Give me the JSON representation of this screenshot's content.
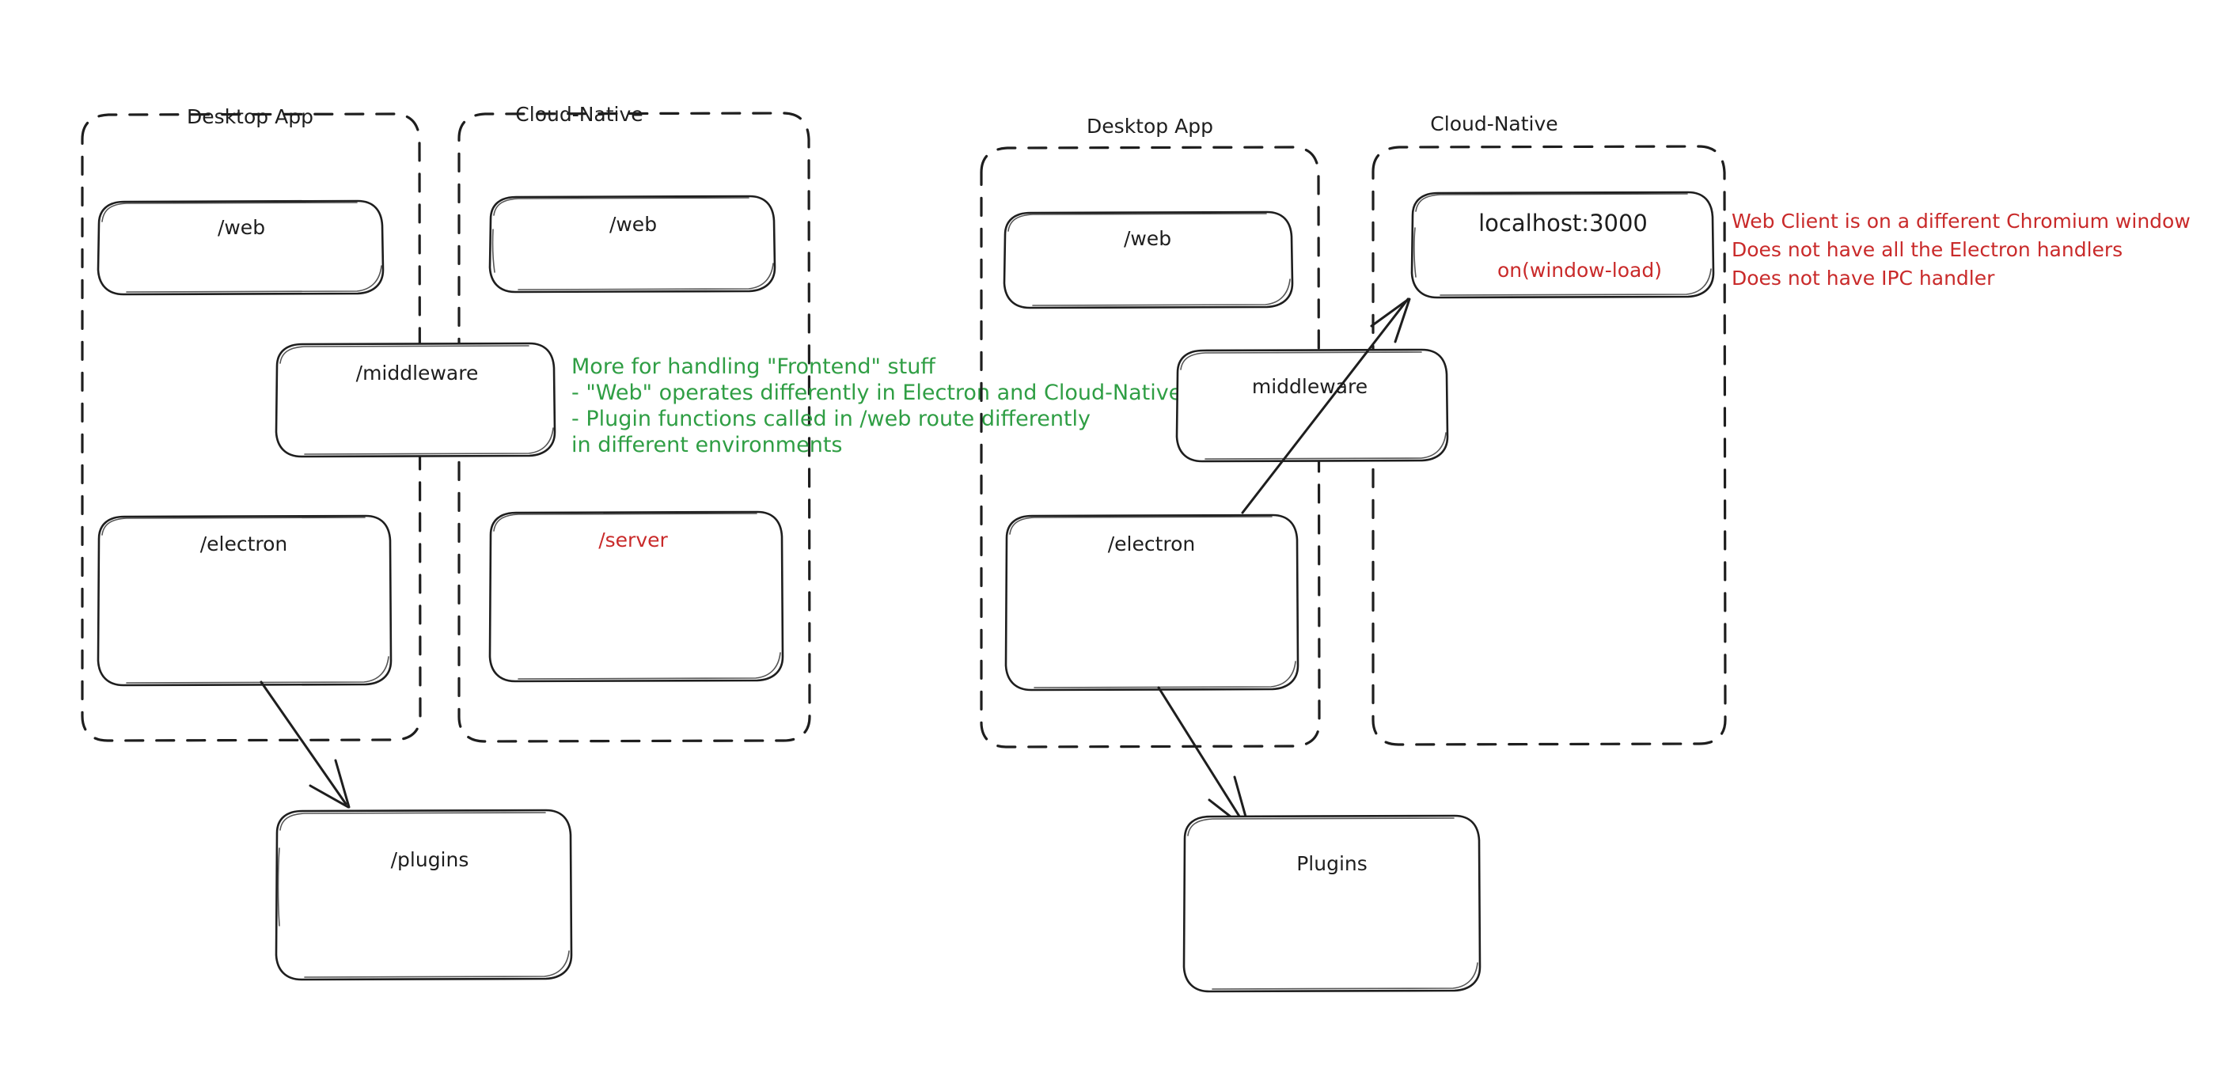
{
  "diagram": {
    "title": "Electron vs Cloud-Native architecture comparison",
    "background": "#ffffff",
    "colors": {
      "ink": "#1e1e1e",
      "green": "#2f9e44",
      "red": "#c92a2a"
    },
    "panels": [
      {
        "id": "left",
        "groups": [
          {
            "id": "left-desktop",
            "label": "Desktop App",
            "nodes": [
              {
                "id": "l-web",
                "label": "/web",
                "color": "ink"
              },
              {
                "id": "l-electron",
                "label": "/electron",
                "color": "ink"
              }
            ]
          },
          {
            "id": "left-cloud",
            "label": "Cloud-Native",
            "nodes": [
              {
                "id": "l-web-cn",
                "label": "/web",
                "color": "ink"
              },
              {
                "id": "l-server",
                "label": "/server",
                "color": "red"
              }
            ]
          }
        ],
        "straddling_nodes": [
          {
            "id": "l-middleware",
            "label": "/middleware",
            "color": "ink"
          }
        ],
        "external_nodes": [
          {
            "id": "l-plugins",
            "label": "/plugins",
            "color": "ink"
          }
        ],
        "arrows": [
          {
            "id": "l-electron-to-plugins",
            "from": "l-electron",
            "to": "l-plugins"
          }
        ]
      },
      {
        "id": "right",
        "groups": [
          {
            "id": "right-desktop",
            "label": "Desktop App",
            "nodes": [
              {
                "id": "r-web",
                "label": "/web",
                "color": "ink"
              },
              {
                "id": "r-electron",
                "label": "/electron",
                "color": "ink"
              }
            ]
          },
          {
            "id": "right-cloud",
            "label": "Cloud-Native",
            "nodes": [
              {
                "id": "r-localhost",
                "label": "localhost:3000",
                "sublabel": "on(window-load)",
                "color": "ink",
                "sublabel_color": "red"
              }
            ]
          }
        ],
        "straddling_nodes": [
          {
            "id": "r-middleware",
            "label": "middleware",
            "color": "ink"
          }
        ],
        "external_nodes": [
          {
            "id": "r-plugins",
            "label": "Plugins",
            "color": "ink"
          }
        ],
        "arrows": [
          {
            "id": "r-electron-to-localhost",
            "from": "r-electron",
            "to": "r-localhost"
          },
          {
            "id": "r-electron-to-plugins",
            "from": "r-electron",
            "to": "r-plugins"
          }
        ]
      }
    ],
    "annotations": [
      {
        "id": "green-note",
        "color": "green",
        "lines": [
          "More for handling \"Frontend\" stuff",
          "- \"Web\" operates differently in Electron and Cloud-Native",
          "- Plugin functions called in /web route differently",
          "in different environments"
        ]
      },
      {
        "id": "red-note",
        "color": "red",
        "lines": [
          "Web Client is on a different Chromium window",
          "Does not have all the Electron handlers",
          "Does not have IPC handler"
        ]
      }
    ]
  }
}
